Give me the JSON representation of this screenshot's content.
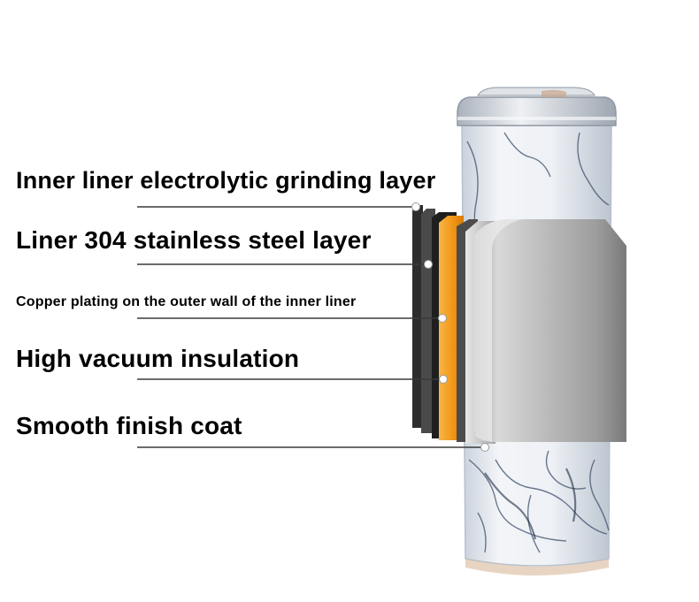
{
  "labels": [
    "Inner liner electrolytic grinding layer",
    "Liner 304 stainless steel layer",
    "Copper plating on the outer wall of the inner liner",
    "High vacuum insulation",
    "Smooth finish coat"
  ],
  "colors": {
    "background": "#ffffff",
    "text": "#000000",
    "leader_line": "#333333",
    "copper_layer": "#f39a1a",
    "steel_layer": "#b5b5b5",
    "dark_layer": "#3a3a3a",
    "marble": "#e9edf2",
    "marble_vein": "#2a3f5c"
  },
  "icons": [
    "tumbler-lid",
    "tumbler-body",
    "layer-cutaway"
  ]
}
